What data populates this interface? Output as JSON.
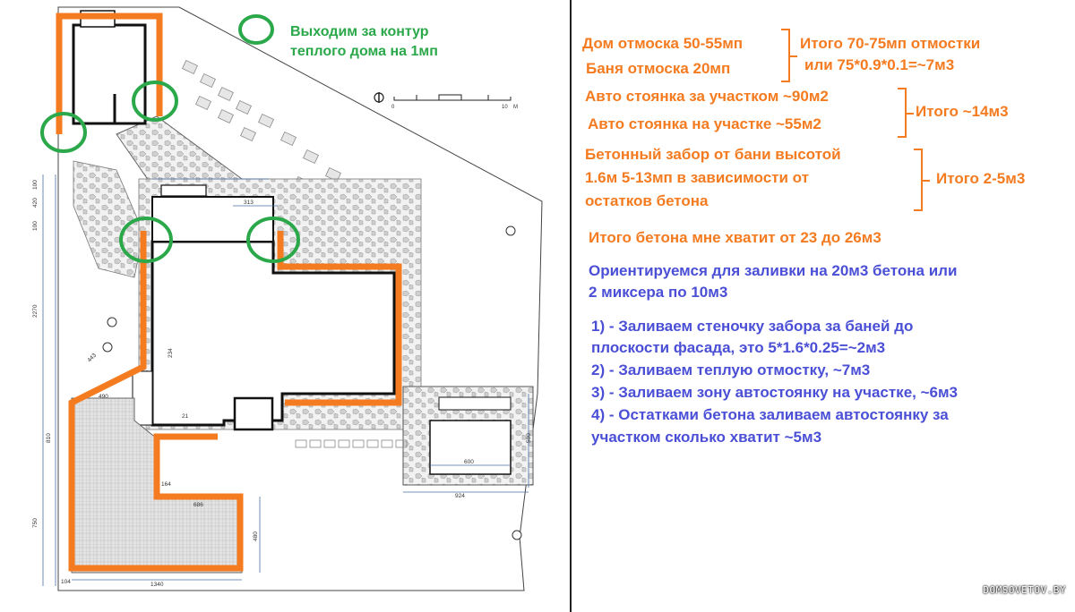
{
  "plan_labels": {
    "green_note_line1": "Выходим за контур",
    "green_note_line2": "теплого дома на 1мп",
    "scale_start": "0",
    "scale_end": "10",
    "scale_unit": "M",
    "dims": [
      "100",
      "420",
      "100",
      "2270",
      "443",
      "490",
      "810",
      "750",
      "164",
      "1340",
      "313",
      "234",
      "21",
      "600",
      "924",
      "580",
      "686",
      "480",
      "104"
    ]
  },
  "notes": {
    "house_blind_area": "Дом отмоска 50-55мп",
    "bath_blind_area": "Баня отмоска 20мп",
    "blind_total_1": "Итого 70-75мп отмостки",
    "blind_total_2": "или 75*0.9*0.1=~7м3",
    "parking_outside": "Авто стоянка за участком ~90м2",
    "parking_inside": "Авто стоянка на участке ~55м2",
    "parking_total": "Итого ~14м3",
    "fence_1": "Бетонный забор от бани высотой",
    "fence_2": "1.6м 5-13мп в зависимости от",
    "fence_3": "остатков бетона",
    "fence_total": "Итого 2-5м3",
    "concrete_total": "Итого бетона мне хватит от 23 до 26м3",
    "plan_1": "Ориентируемся для заливки на 20м3 бетона или",
    "plan_2": "2 миксера по 10м3",
    "step1_a": "1) - Заливаем стеночку забора за баней до",
    "step1_b": "плоскости фасада, это 5*1.6*0.25=~2м3",
    "step2": "2) - Заливаем теплую отмостку, ~7м3",
    "step3": "3) - Заливаем зону автостоянку на участке, ~6м3",
    "step4_a": "4) - Остатками бетона заливаем автостоянку за",
    "step4_b": "участком сколько хватит ~5м3"
  },
  "watermark": "DOMSOVETOV.BY",
  "colors": {
    "orange": "#f47b20",
    "blue": "#4a4fd6",
    "green": "#2aa84a",
    "wall": "#111111",
    "paving": "#d9d9d9"
  }
}
